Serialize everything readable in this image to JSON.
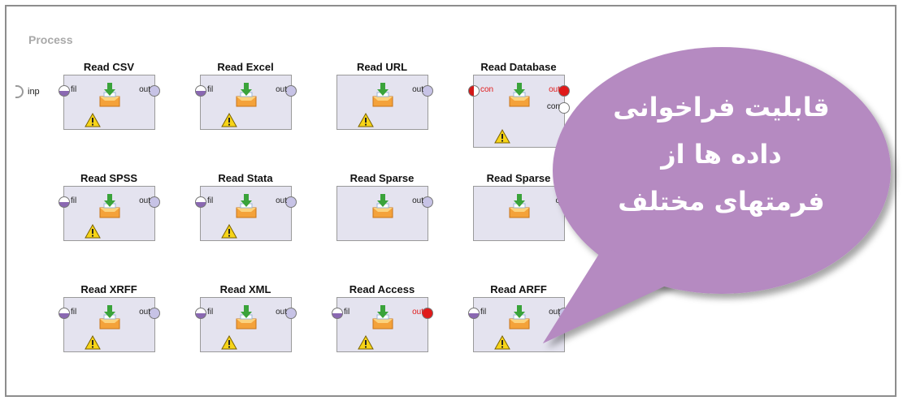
{
  "canvas": {
    "section_label": "Process",
    "input_port_label": "inp"
  },
  "operators": [
    {
      "title": "Read CSV",
      "in_port": "fil",
      "out_port": "out"
    },
    {
      "title": "Read Excel",
      "in_port": "fil",
      "out_port": "out"
    },
    {
      "title": "Read URL",
      "in_port": "",
      "out_port": "out"
    },
    {
      "title": "Read Database",
      "in_port": "con",
      "out_port": "out",
      "out_port_2": "con"
    },
    {
      "title": "Read SPSS",
      "in_port": "fil",
      "out_port": "out"
    },
    {
      "title": "Read Stata",
      "in_port": "fil",
      "out_port": "out"
    },
    {
      "title": "Read Sparse",
      "in_port": "",
      "out_port": "out"
    },
    {
      "title": "Read Sparse",
      "in_port": "",
      "out_port": "o"
    },
    {
      "title": "Read XRFF",
      "in_port": "fil",
      "out_port": "out"
    },
    {
      "title": "Read XML",
      "in_port": "fil",
      "out_port": "out"
    },
    {
      "title": "Read Access",
      "in_port": "fil",
      "out_port": "out"
    },
    {
      "title": "Read ARFF",
      "in_port": "fil",
      "out_port": "out"
    }
  ],
  "callout": {
    "line1": "قابلیت فراخوانی",
    "line2": "داده ها از",
    "line3": "فرمتهای مختلف"
  },
  "colors": {
    "operator_fill": "#e4e3ef",
    "callout_fill": "#b58ac1",
    "error_port": "#e01a1a",
    "port_purple": "#8a68b2"
  }
}
